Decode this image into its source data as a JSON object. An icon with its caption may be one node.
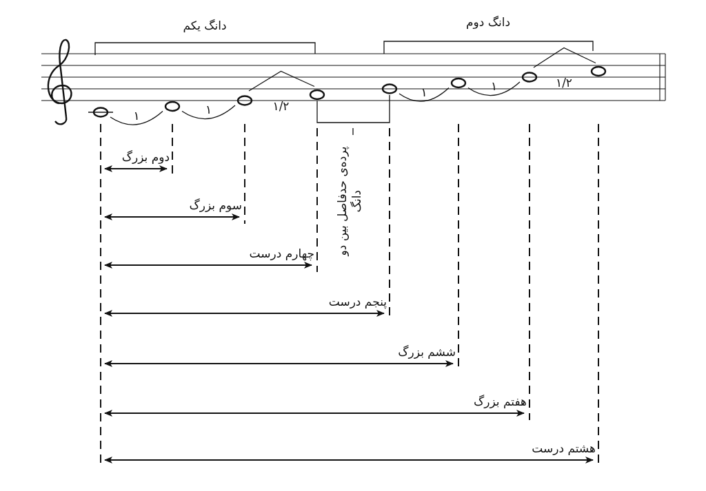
{
  "diagram": {
    "labels": [
      "دانگ یکم",
      "دانگ دوم",
      "۱",
      "۱",
      "۱/۲",
      "۱",
      "۱",
      "۱/۲",
      "پرده‌ی حدفاصل بین دو دانگ",
      "دوم بزرگ",
      "سوم بزرگ",
      "چهارم درست",
      "پنجم درست",
      "ششم بزرگ",
      "هفتم بزرگ",
      "هشتم درست"
    ]
  }
}
